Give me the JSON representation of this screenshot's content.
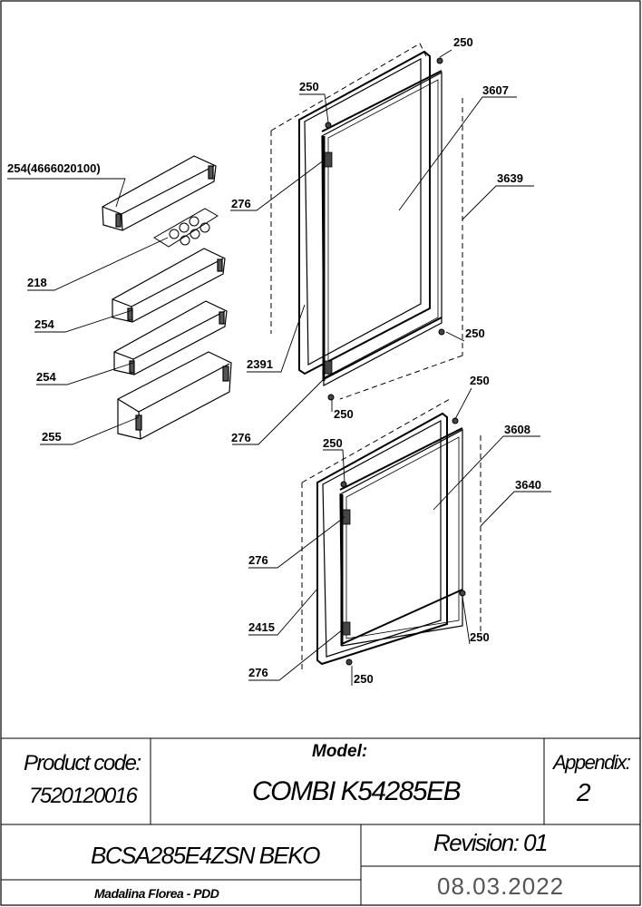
{
  "callouts": {
    "c250_a": "250",
    "c250_b": "250",
    "c3607": "3607",
    "c254_part": "254(4666020100)",
    "c3639": "3639",
    "c276_a": "276",
    "c218": "218",
    "c254_a": "254",
    "c250_c": "250",
    "c254_b": "254",
    "c2391": "2391",
    "c250_d": "250",
    "c250_e": "250",
    "c255": "255",
    "c276_b": "276",
    "c3608": "3608",
    "c250_f": "250",
    "c3640": "3640",
    "c276_c": "276",
    "c2415": "2415",
    "c250_g": "250",
    "c276_d": "276",
    "c250_h": "250"
  },
  "title_block": {
    "product_code_label": "Product code:",
    "product_code_value": "7520120016",
    "model_label": "Model:",
    "model_value": "COMBI K54285EB",
    "appendix_label": "Appendix:",
    "appendix_value": "2",
    "product_name": "BCSA285E4ZSN BEKO",
    "revision": "Revision: 01",
    "author": "Madalina Florea - PDD",
    "date": "08.03.2022"
  }
}
